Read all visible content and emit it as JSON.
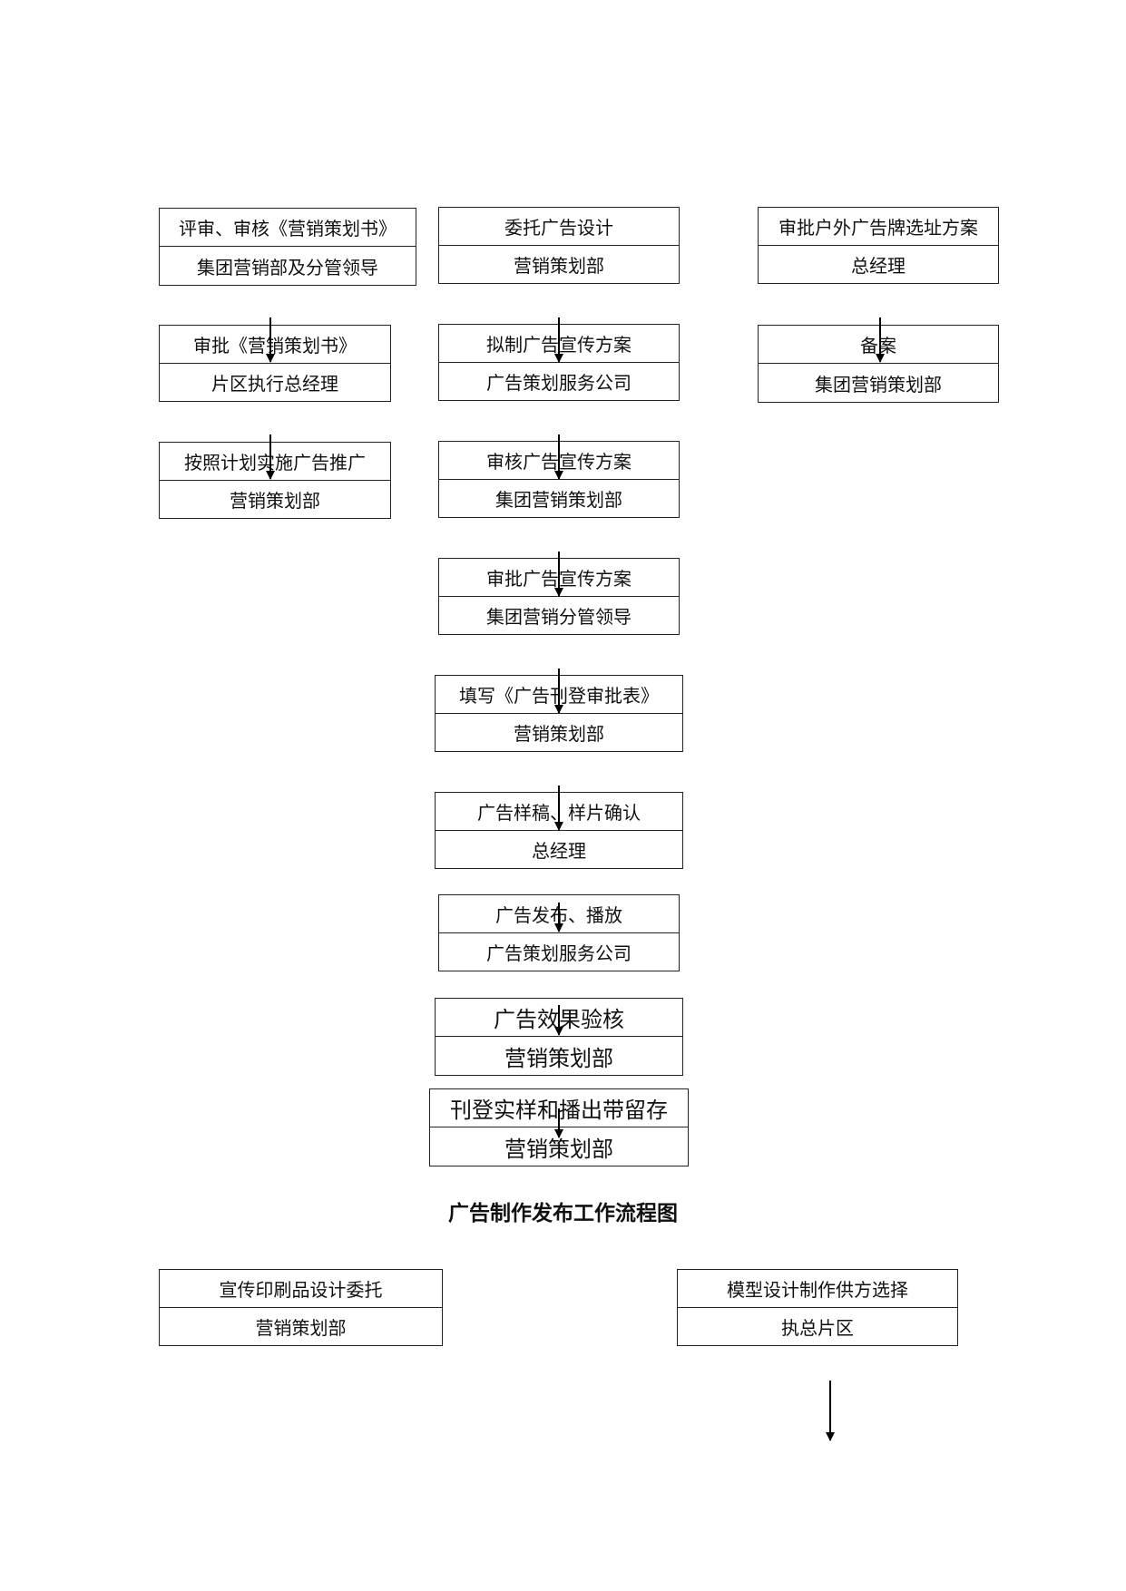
{
  "nodes": [
    {
      "id": "a1",
      "task": "评审、审核《营销策划书》",
      "owner": "集团营销部及分管领导"
    },
    {
      "id": "a2",
      "task": "审批《营销策划书》",
      "owner": "片区执行总经理"
    },
    {
      "id": "a3",
      "task": "按照计划实施广告推广",
      "owner": "营销策划部"
    },
    {
      "id": "b1",
      "task": "委托广告设计",
      "owner": "营销策划部"
    },
    {
      "id": "b2",
      "task": "拟制广告宣传方案",
      "owner": "广告策划服务公司"
    },
    {
      "id": "b3",
      "task": "审核广告宣传方案",
      "owner": "集团营销策划部"
    },
    {
      "id": "b4",
      "task": "审批广告宣传方案",
      "owner": "集团营销分管领导"
    },
    {
      "id": "b5",
      "task": "填写《广告刊登审批表》",
      "owner": "营销策划部"
    },
    {
      "id": "b6",
      "task": "广告样稿、样片确认",
      "owner": "总经理"
    },
    {
      "id": "b7",
      "task": "广告发布、播放",
      "owner": "广告策划服务公司"
    },
    {
      "id": "b8",
      "task": "广告效果验核",
      "owner": "营销策划部"
    },
    {
      "id": "b9",
      "task": "刊登实样和播出带留存",
      "owner": "营销策划部"
    },
    {
      "id": "c1",
      "task": "审批户外广告牌选址方案",
      "owner": "总经理"
    },
    {
      "id": "c2",
      "task": "备案",
      "owner": "集团营销策划部"
    },
    {
      "id": "d1",
      "task": "宣传印刷品设计委托",
      "owner": "营销策划部"
    },
    {
      "id": "e1",
      "task": "模型设计制作供方选择",
      "owner": "执总片区"
    }
  ],
  "title": "广告制作发布工作流程图",
  "colors": {
    "line": "#000000",
    "border": "#222222",
    "text": "#111111",
    "background": "#ffffff"
  }
}
